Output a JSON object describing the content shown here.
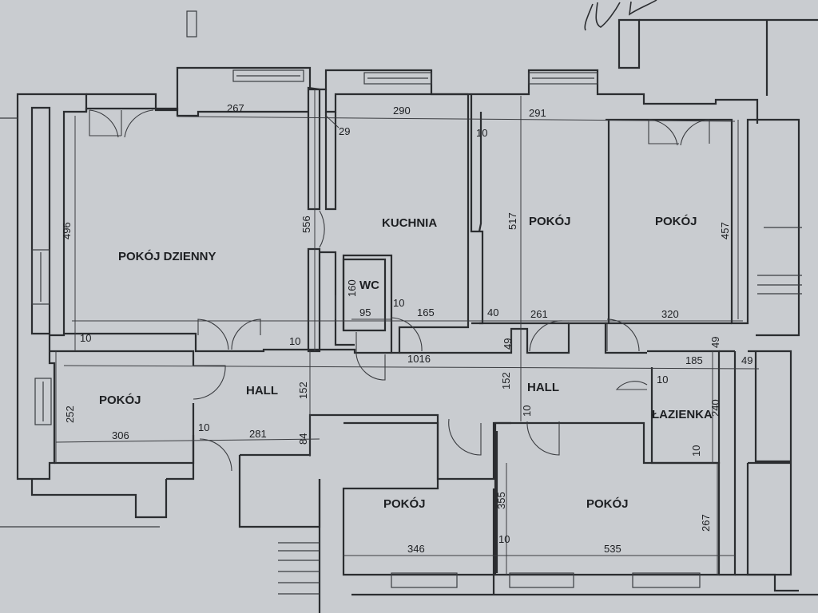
{
  "plan": {
    "rooms": {
      "living_room": "POKÓJ DZIENNY",
      "kitchen": "KUCHNIA",
      "wc": "WC",
      "room_top_middle": "POKÓJ",
      "room_top_right": "POKÓJ",
      "room_left": "POKÓJ",
      "hall_left": "HALL",
      "hall_right": "HALL",
      "bathroom": "ŁAZIENKA",
      "room_bottom_left": "POKÓJ",
      "room_bottom_right": "POKÓJ"
    },
    "dimensions": {
      "d267_top": "267",
      "d290": "290",
      "d291": "291",
      "d29": "29",
      "d10_kitchen": "10",
      "d496": "496",
      "d556": "556",
      "d517": "517",
      "d457": "457",
      "d160": "160",
      "d95": "95",
      "d10_wc": "10",
      "d165": "165",
      "d40": "40",
      "d261": "261",
      "d320": "320",
      "d10_left": "10",
      "d10_hall": "10",
      "d49_mid": "49",
      "d1016": "1016",
      "d49_right_a": "49",
      "d185": "185",
      "d49_right_b": "49",
      "d10_bath": "10",
      "d252": "252",
      "d152_left": "152",
      "d152_right": "152",
      "d240": "240",
      "d10_lower_a": "10",
      "d10_lower_b": "10",
      "d306": "306",
      "d281": "281",
      "d84": "84",
      "d355": "355",
      "d10_bottom": "10",
      "d267_right": "267",
      "d346": "346",
      "d535": "535"
    }
  }
}
